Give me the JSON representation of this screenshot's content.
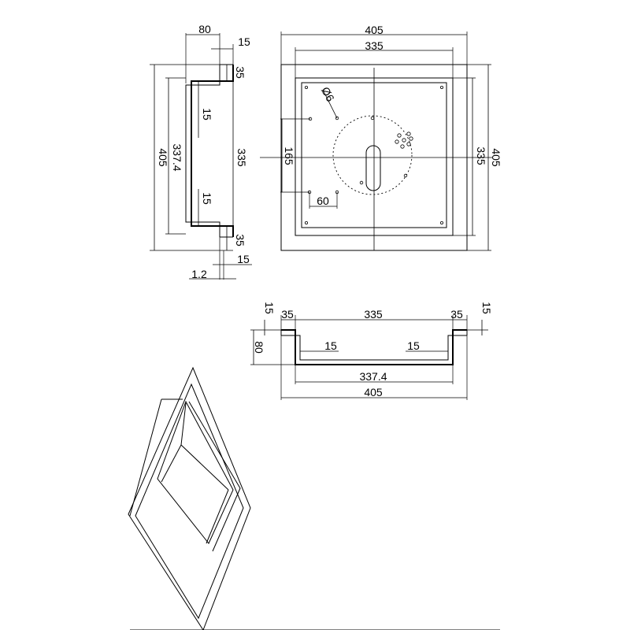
{
  "dims": {
    "side_width": "80",
    "side_lip_top": "15",
    "side_flange_top": "35",
    "side_inner_top": "15",
    "side_height_outer": "405",
    "side_height_inner": "337.4",
    "side_height_mid": "335",
    "side_inner_bottom": "15",
    "side_flange_bottom": "35",
    "side_lip_bottom": "15",
    "side_thickness": "1.2",
    "top_width_outer": "405",
    "top_width_inner": "335",
    "hole_dia": "Ø6",
    "hole_spacing_v": "165",
    "hole_spacing_h": "60",
    "top_height_inner": "335",
    "top_height_outer": "405",
    "front_lip_left": "15",
    "front_flange_left": "35",
    "front_width_inner": "335",
    "front_flange_right": "35",
    "front_lip_right": "15",
    "front_depth": "80",
    "front_inner_left": "15",
    "front_inner_right": "15",
    "front_width_bottom": "337.4",
    "front_width_outer": "405"
  }
}
